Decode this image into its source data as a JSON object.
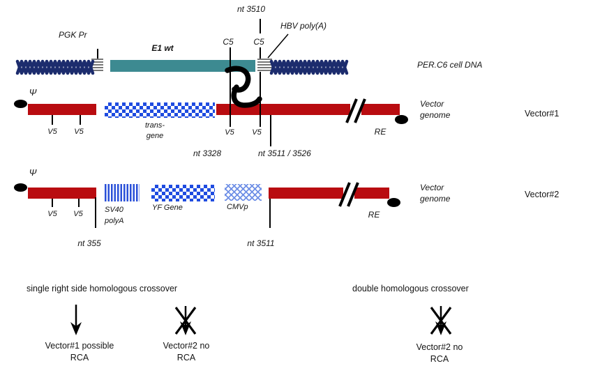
{
  "per_c6": {
    "pgk_pr": "PGK Pr",
    "e1_wt": "E1 wt",
    "c5_left": "C5",
    "c5_right": "C5",
    "nt_3510": "nt 3510",
    "hbv_polya": "HBV poly(A)",
    "label": "PER.C6 cell DNA"
  },
  "vector1": {
    "psi": "Ψ",
    "v5": [
      "V5",
      "V5",
      "V5",
      "V5"
    ],
    "transgene": [
      "trans-",
      "gene"
    ],
    "nt_3328": "nt 3328",
    "nt_3511_3526": "nt 3511 / 3526",
    "re": "RE",
    "genome": [
      "Vector",
      "genome"
    ],
    "name": "Vector#1"
  },
  "vector2": {
    "psi": "Ψ",
    "v5": [
      "V5",
      "V5"
    ],
    "sv40": [
      "SV40",
      "polyA"
    ],
    "yf_gene": "YF Gene",
    "cmvp": "CMVp",
    "nt_355": "nt 355",
    "nt_3511": "nt 3511",
    "re": "RE",
    "genome": [
      "Vector",
      "genome"
    ],
    "name": "Vector#2"
  },
  "crossover": {
    "single": {
      "title": "single right side homologous crossover",
      "outcomes": [
        {
          "icon": "arrow-down",
          "lines": [
            "Vector#1 possible",
            "RCA"
          ]
        },
        {
          "icon": "arrow-down-crossed",
          "lines": [
            "Vector#2 no",
            "RCA"
          ]
        }
      ]
    },
    "double": {
      "title": "double homologous crossover",
      "outcomes": [
        {
          "icon": "arrow-down-crossed",
          "lines": [
            "Vector#2 no",
            "RCA"
          ]
        }
      ]
    }
  },
  "colors": {
    "cell_dna_navy": "#1c2c6d",
    "e1_teal": "#3d8a91",
    "vector_red": "#b90c10",
    "checker_blue": "#1f4ce0",
    "sv40_stripe_blue": "#2a50d8",
    "cmvp_blue": "#6e8fe6",
    "hatch_gray": "#777777"
  }
}
